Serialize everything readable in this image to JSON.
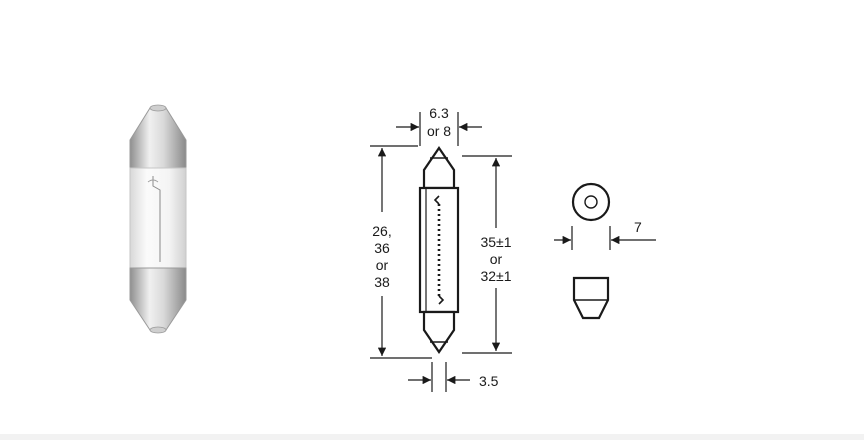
{
  "colors": {
    "ink": "#1a1a1a",
    "cap_light": "#e6e6e6",
    "cap_dark": "#9a9a9a",
    "glass": "#f3f3f3"
  },
  "dimensions": {
    "cap_diameter": {
      "line1": "6.3",
      "line2": "or 8"
    },
    "overall_length": {
      "line1": "26,",
      "line2": "36",
      "line3": "or",
      "line4": "38"
    },
    "body_length": {
      "line1": "35±1",
      "line2": "or",
      "line3": "32±1"
    },
    "tip_width": "3.5",
    "end_view_diameter": "7"
  },
  "icons": [
    "festoon-bulb-photo-icon",
    "dimension-arrow-icon",
    "end-view-circle-icon",
    "end-profile-icon"
  ]
}
